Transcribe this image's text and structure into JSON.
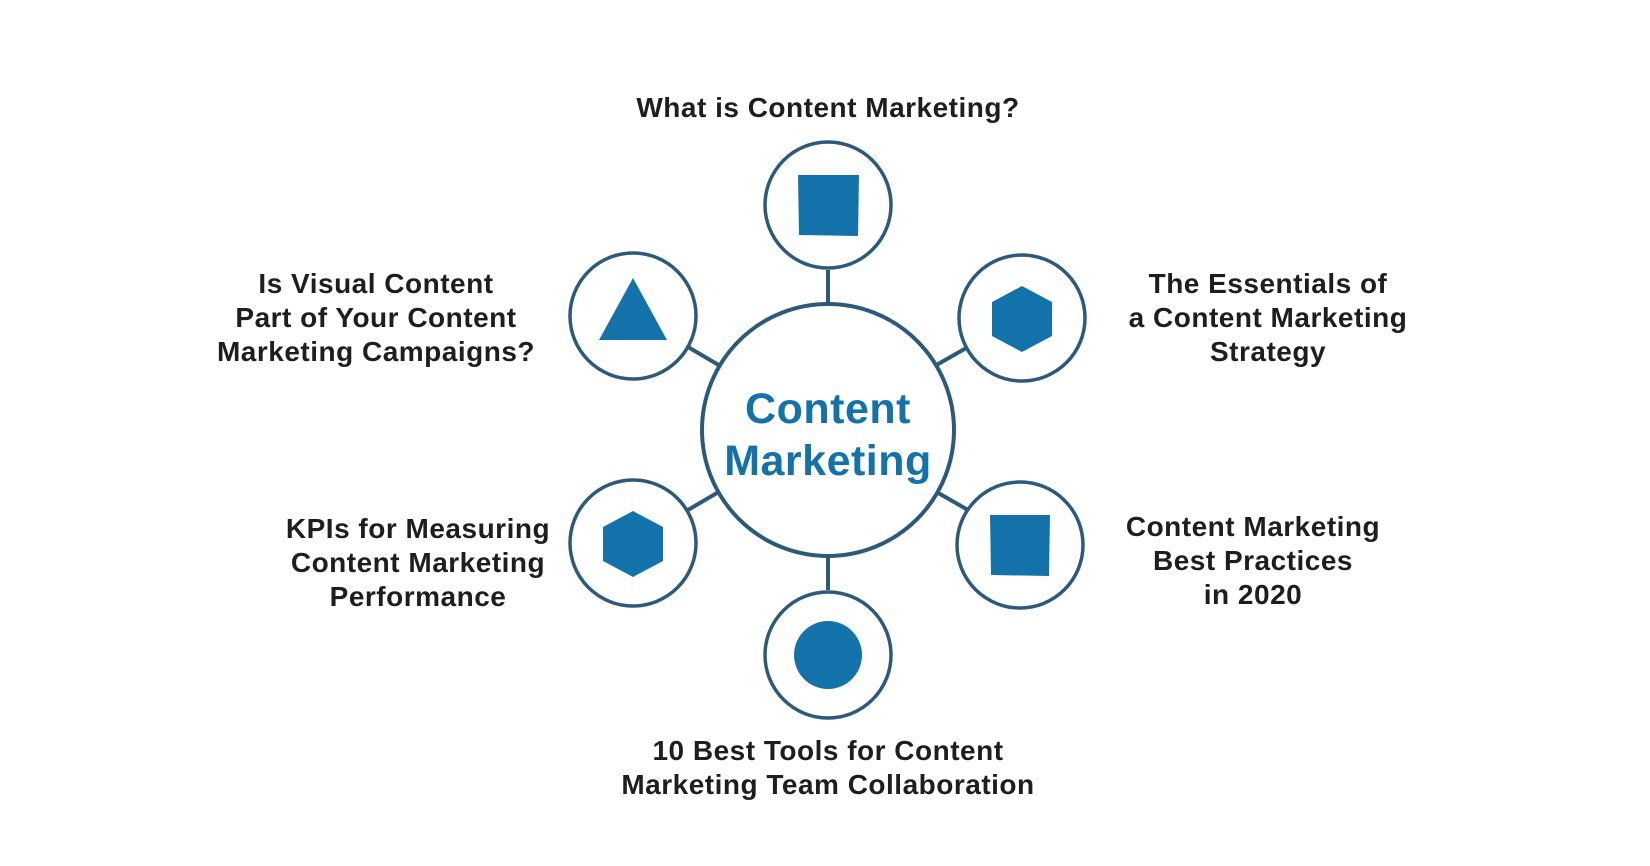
{
  "colors": {
    "accent": "#1472ab",
    "outline": "#2d5a7b",
    "text": "#1e1e1e",
    "background": "#ffffff"
  },
  "center": {
    "title": "Content\nMarketing"
  },
  "topics": [
    {
      "label": "What is Content Marketing?",
      "icon": "square-icon"
    },
    {
      "label": "The Essentials of\na Content Marketing\nStrategy",
      "icon": "hexagon-icon"
    },
    {
      "label": "Content Marketing\nBest Practices\nin 2020",
      "icon": "square-icon"
    },
    {
      "label": "10 Best Tools for Content\nMarketing Team Collaboration",
      "icon": "circle-icon"
    },
    {
      "label": "KPIs for Measuring\nContent Marketing\nPerformance",
      "icon": "hexagon-icon"
    },
    {
      "label": "Is Visual Content\nPart of Your Content\nMarketing Campaigns?",
      "icon": "triangle-icon"
    }
  ]
}
